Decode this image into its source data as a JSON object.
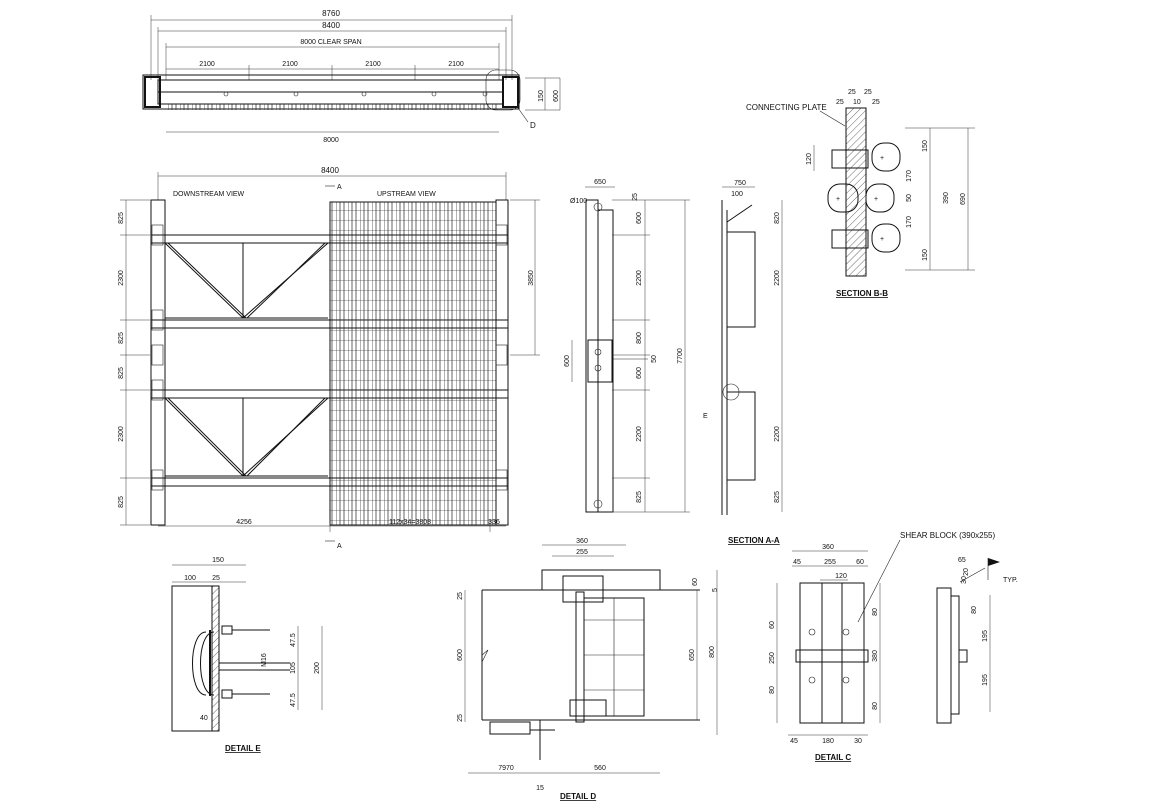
{
  "plan": {
    "overall": "8760",
    "inner": "8400",
    "clear_span": "8000 CLEAR SPAN",
    "bays": [
      "2100",
      "2100",
      "2100",
      "2100"
    ],
    "bottom": "8000",
    "h1": "150",
    "h2": "600",
    "callout": "D"
  },
  "elevation": {
    "width": "8400",
    "downstream": "DOWNSTREAM VIEW",
    "upstream": "UPSTREAM VIEW",
    "section_mark": "A",
    "left_dims": [
      "825",
      "2300",
      "825",
      "825",
      "2300",
      "825"
    ],
    "right_dim": "3850",
    "bottom_left": "4256",
    "bottom_mid": "112x34=3808",
    "bottom_right": "336"
  },
  "section_aa": {
    "top": "650",
    "top2": "25",
    "diam": "Ø100",
    "dims": [
      "600",
      "2200",
      "800",
      "600",
      "2200",
      "825"
    ],
    "overall": "7700",
    "left_600": "600",
    "small": "50",
    "label": "SECTION A-A"
  },
  "side": {
    "top": "750",
    "top2": "100",
    "dims": [
      "820",
      "2200",
      "2200",
      "825"
    ],
    "callout": "E"
  },
  "section_bb": {
    "top": [
      "25",
      "25"
    ],
    "top2": [
      "25",
      "10",
      "25"
    ],
    "note": "CONNECTING PLATE",
    "left": "120",
    "right": [
      "150",
      "170",
      "50",
      "170",
      "150"
    ],
    "mid": "390",
    "overall": "690",
    "label": "SECTION B-B"
  },
  "detail_e": {
    "top": "150",
    "sub": [
      "100",
      "25"
    ],
    "right": [
      "47.5",
      "105",
      "47.5"
    ],
    "total": "200",
    "rod": "M16",
    "bottom": "40",
    "label": "DETAIL E"
  },
  "detail_d": {
    "top": "360",
    "sub": "255",
    "right_a": "60",
    "right_b": "5",
    "left_top": "25",
    "left_mid": "600",
    "left_bot": "25",
    "h650": "650",
    "h800": "800",
    "bottom_left": "7970",
    "bottom_right": "560",
    "small": "15",
    "label": "DETAIL D"
  },
  "detail_c": {
    "top": "360",
    "row2": [
      "45",
      "255",
      "60"
    ],
    "row3": "120",
    "note": "SHEAR BLOCK (390x255)",
    "left": [
      "60",
      "250",
      "80"
    ],
    "right": [
      "80",
      "380",
      "80"
    ],
    "bottom": [
      "45",
      "180",
      "30"
    ],
    "label": "DETAIL C",
    "side_top": [
      "65",
      "20"
    ],
    "side_right": [
      "30",
      "80",
      "195",
      "195"
    ],
    "typ": "TYP."
  }
}
